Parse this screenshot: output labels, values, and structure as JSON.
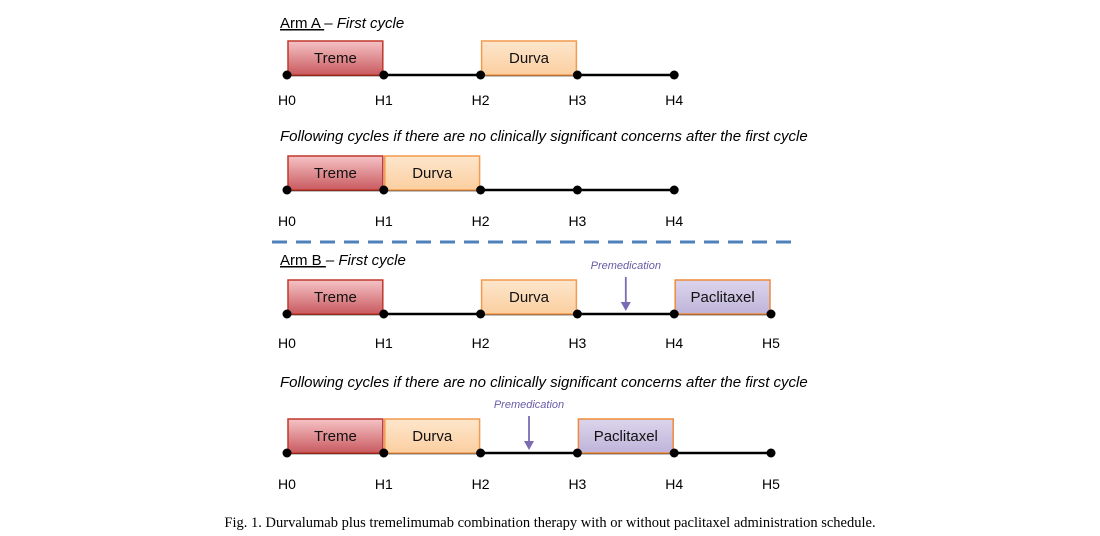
{
  "figure": {
    "colors": {
      "line": "#000000",
      "treme_fill_top": "#f6c3c6",
      "treme_fill_bottom": "#c85a5f",
      "treme_stroke": "#c0392b",
      "durva_fill": "#fcd8b3",
      "durva_stroke": "#f29a4e",
      "paclitaxel_fill": "#c9c0e0",
      "paclitaxel_stroke": "#ef8a3a",
      "premed": "#7b6bb4",
      "separator": "#4f81bd"
    },
    "panels": [
      {
        "heading_label": "Arm A ",
        "heading_dash": "–",
        "heading_sub": " First cycle",
        "ticks": [
          "H0",
          "H1",
          "H2",
          "H3",
          "H4"
        ],
        "boxes": [
          {
            "label": "Treme",
            "kind": "treme",
            "start": 0,
            "end": 1
          },
          {
            "label": "Durva",
            "kind": "durva",
            "start": 2,
            "end": 3
          }
        ]
      },
      {
        "heading_sub": "Following cycles if there are no clinically significant concerns after the first cycle",
        "ticks": [
          "H0",
          "H1",
          "H2",
          "H3",
          "H4"
        ],
        "boxes": [
          {
            "label": "Treme",
            "kind": "treme",
            "start": 0,
            "end": 1
          },
          {
            "label": "Durva",
            "kind": "durva",
            "start": 1,
            "end": 2
          }
        ]
      },
      {
        "heading_label": "Arm B ",
        "heading_dash": "–",
        "heading_sub": " First cycle",
        "ticks": [
          "H0",
          "H1",
          "H2",
          "H3",
          "H4",
          "H5"
        ],
        "boxes": [
          {
            "label": "Treme",
            "kind": "treme",
            "start": 0,
            "end": 1
          },
          {
            "label": "Durva",
            "kind": "durva",
            "start": 2,
            "end": 3
          },
          {
            "label": "Paclitaxel",
            "kind": "paclitaxel",
            "start": 4,
            "end": 5
          }
        ],
        "premedication": {
          "label": "Premedication",
          "at": 3.5
        }
      },
      {
        "heading_sub": "Following cycles if there are no clinically significant concerns after the first cycle",
        "ticks": [
          "H0",
          "H1",
          "H2",
          "H3",
          "H4",
          "H5"
        ],
        "boxes": [
          {
            "label": "Treme",
            "kind": "treme",
            "start": 0,
            "end": 1
          },
          {
            "label": "Durva",
            "kind": "durva",
            "start": 1,
            "end": 2
          },
          {
            "label": "Paclitaxel",
            "kind": "paclitaxel",
            "start": 3,
            "end": 4
          }
        ],
        "premedication": {
          "label": "Premedication",
          "at": 2.5
        }
      }
    ],
    "caption": "Fig. 1. Durvalumab plus tremelimumab combination therapy with or without paclitaxel administration schedule."
  }
}
